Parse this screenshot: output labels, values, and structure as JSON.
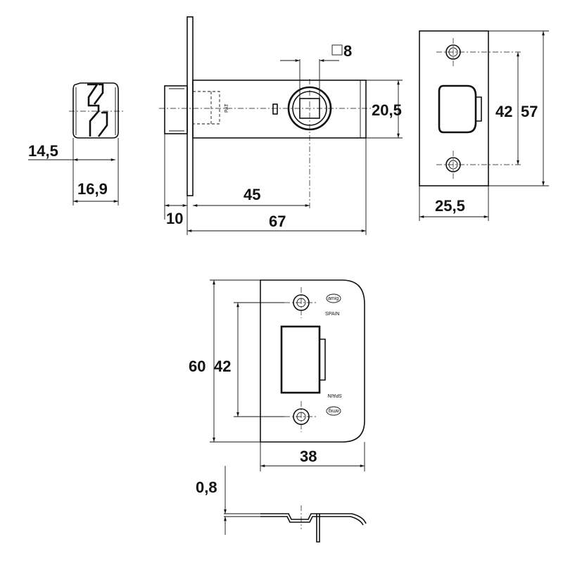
{
  "dimensions": {
    "latch_width_inner": "14,5",
    "latch_width_outer": "16,9",
    "backset_45": "45",
    "faceplate_10": "10",
    "body_length": "67",
    "square_spindle": "8",
    "case_height": "20,5",
    "faceplate_width": "25,5",
    "faceplate_holes": "42",
    "faceplate_height": "57",
    "strike_height": "60",
    "strike_holes": "42",
    "strike_width": "38",
    "strike_thickness": "0,8"
  },
  "labels": {
    "pat": "PAT",
    "brand": "amig",
    "country": "SPAIN"
  }
}
